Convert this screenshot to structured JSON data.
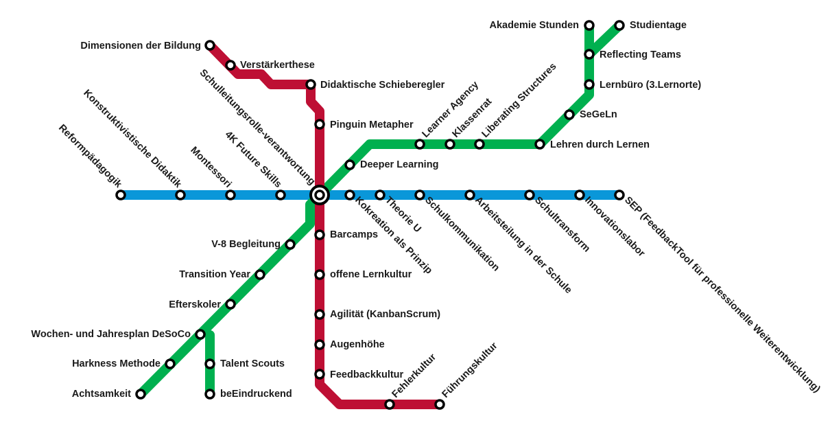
{
  "colors": {
    "blue_line": "#0a97d9",
    "green_line": "#00b04f",
    "red_line": "#be0f34",
    "stop_fill": "#ffffff",
    "stop_stroke": "#000000",
    "text": "#1a1a1a"
  },
  "lines": [
    {
      "id": "blue",
      "color": "#0a97d9"
    },
    {
      "id": "green",
      "color": "#00b04f"
    },
    {
      "id": "red",
      "color": "#be0f34"
    }
  ],
  "hub": {
    "name": "interchange-hub"
  },
  "stations": {
    "reformpaedagogik": "Reformpädagogik",
    "konstruktivistische": "Konstruktivistische Didaktik",
    "montessori": "Montessori",
    "future_skills": "4K Future Skills",
    "schulleitungsrolle": "Schulleitungsrolle-verantwortung",
    "kokreation": "Kokreation als Prinzip",
    "theorie_u": "Theorie U",
    "schulkommunikation": "Schulkommunikation",
    "arbeitsteilung": "Arbeitsteilung in der Schule",
    "schultransform": "Schultransform",
    "innovationslabor": "Innovationslabor",
    "sep": "SEP (FeedbackTool für professionelle Weiterentwicklung)",
    "dimensionen": "Dimensionen der Bildung",
    "verstaerkerthese": "Verstärkerthese",
    "didaktische": "Didaktische Schieberegler",
    "pinguin": "Pinguin Metapher",
    "barcamps": "Barcamps",
    "offene_lernkultur": "offene Lernkultur",
    "agilitaet": "Agilität (KanbanScrum)",
    "augenhoehe": "Augenhöhe",
    "feedbackkultur": "Feedbackkultur",
    "fehlerkultur": "Fehlerkultur",
    "fuehrungskultur": "Führungskultur",
    "deeper_learning": "Deeper Learning",
    "learner_agency": "Learner Agency",
    "klassenrat": "Klassenrat",
    "liberating": "Liberating Structures",
    "lehren_durch_lernen": "Lehren durch Lernen",
    "segeln": "SeGeLn",
    "lernbuero": "Lernbüro (3.Lernorte)",
    "reflecting": "Reflecting Teams",
    "akademie": "Akademie Stunden",
    "studientage": "Studientage",
    "v8": "V-8 Begleitung",
    "transition": "Transition Year",
    "efterskoler": "Efterskoler",
    "wochenplan": "Wochen- und Jahresplan DeSoCo",
    "harkness": "Harkness Methode",
    "achtsamkeit": "Achtsamkeit",
    "talent_scouts": "Talent Scouts",
    "beeindruckend": "beEindruckend"
  }
}
